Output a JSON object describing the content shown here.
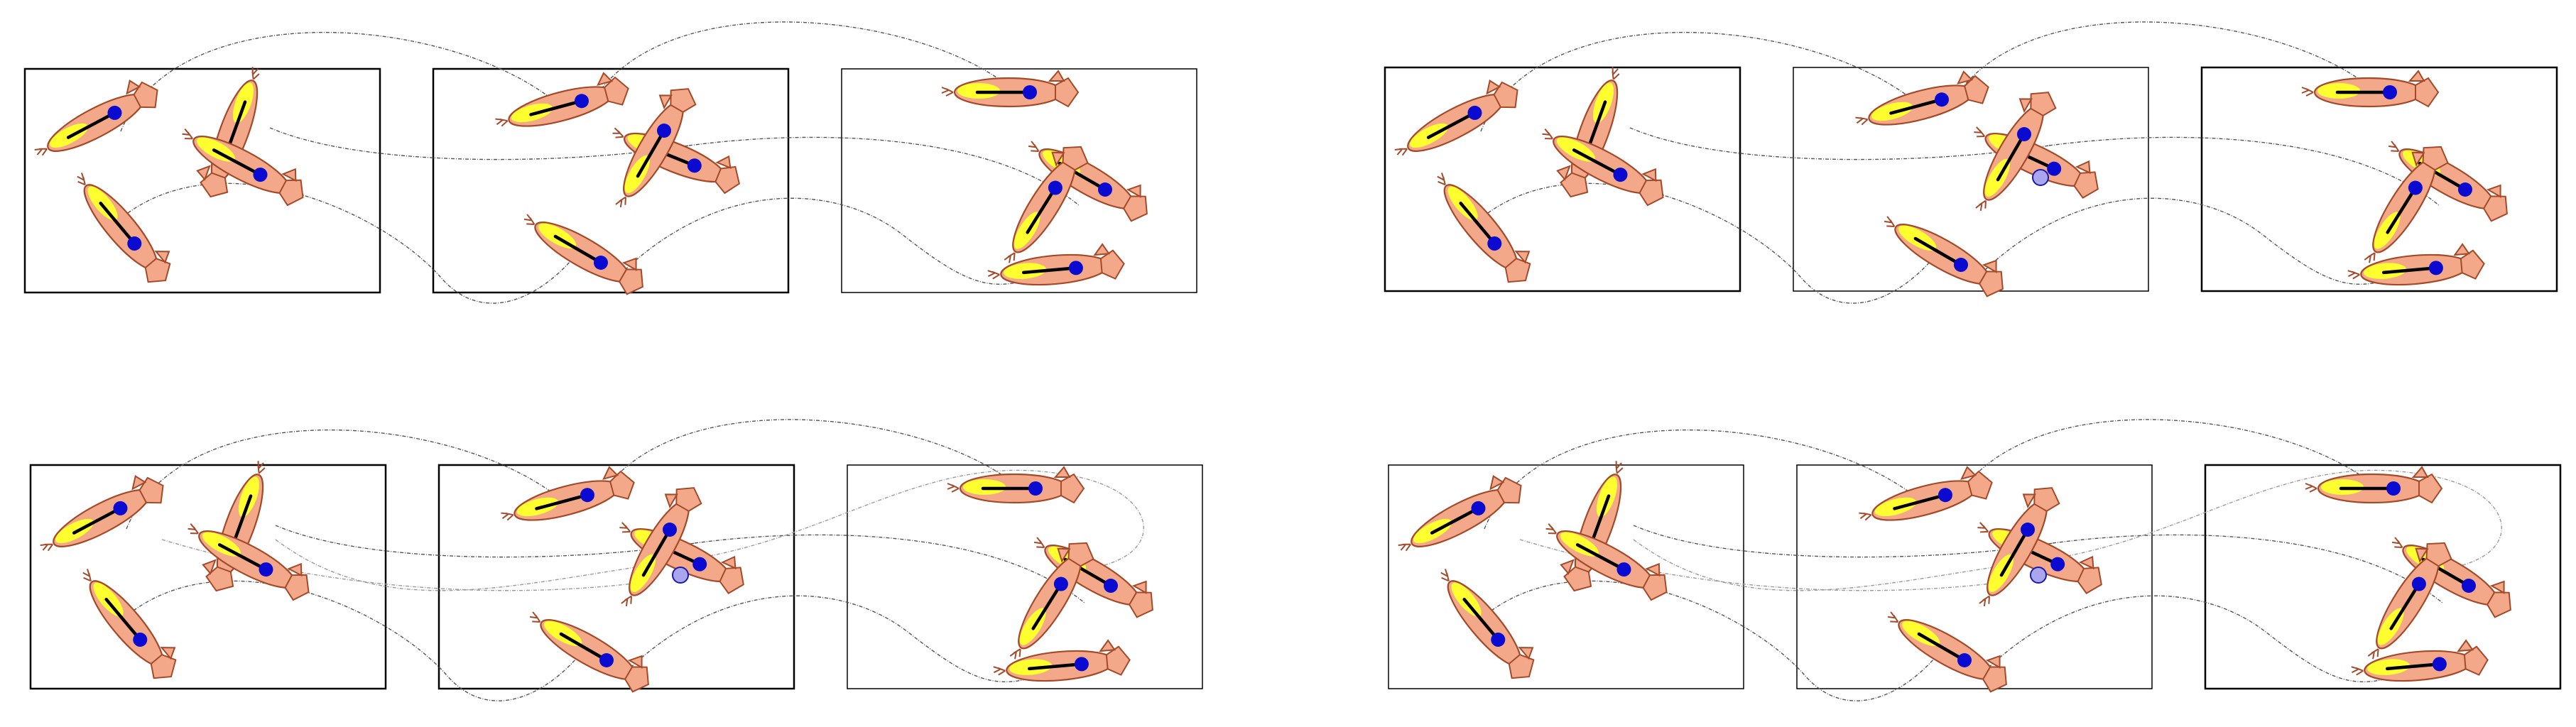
{
  "figure": {
    "panels": [
      "top-left",
      "top-right",
      "bottom-left",
      "bottom-right"
    ],
    "boxes_per_panel": 3,
    "creatures_per_box": [
      3,
      3,
      3
    ],
    "colors": {
      "body": "#f4a88a",
      "outline": "#a34a2a",
      "glow": "#ffff30",
      "pivot": "#0a0ad0",
      "ghost": "#a9a6ee",
      "link": "#555555",
      "link_faint": "#9a9a9a"
    }
  }
}
